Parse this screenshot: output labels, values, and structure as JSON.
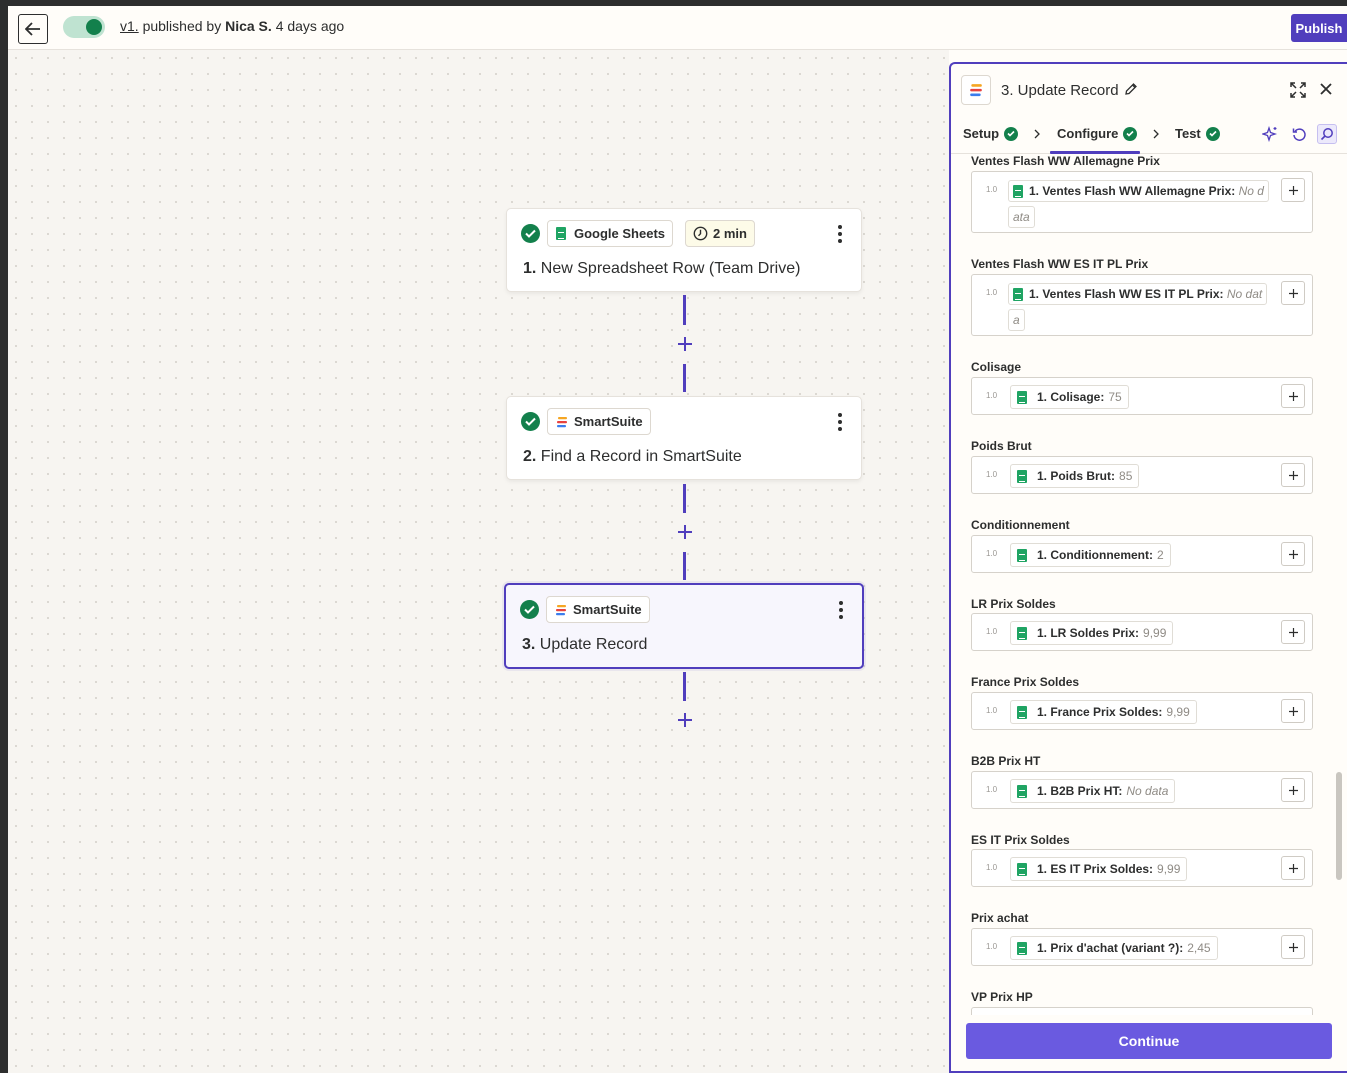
{
  "topbar": {
    "version_link": "v1.",
    "published_by_prefix": "published by",
    "author": "Nica S.",
    "published_when": "4 days ago",
    "publish_button": "Publish",
    "toggle_on": true
  },
  "steps": [
    {
      "number": "1.",
      "app": "Google Sheets",
      "title": "New Spreadsheet Row (Team Drive)",
      "time_badge": "2 min"
    },
    {
      "number": "2.",
      "app": "SmartSuite",
      "title": "Find a Record in SmartSuite"
    },
    {
      "number": "3.",
      "app": "SmartSuite",
      "title": "Update Record",
      "selected": true
    }
  ],
  "panel": {
    "title": "3. Update Record",
    "tabs": [
      {
        "label": "Setup",
        "done": true
      },
      {
        "label": "Configure",
        "done": true,
        "active": true
      },
      {
        "label": "Test",
        "done": true
      }
    ],
    "fields": [
      {
        "label": "Ventes Flash WW Allemagne Prix",
        "version": "1.0",
        "pill_name": "1. Ventes Flash WW Allemagne Prix:",
        "pill_value": "No d",
        "pill_value_cont": "ata"
      },
      {
        "label": "Ventes Flash WW ES IT PL Prix",
        "version": "1.0",
        "pill_name": "1. Ventes Flash WW ES IT PL Prix:",
        "pill_value": "No dat",
        "pill_value_cont": "a"
      },
      {
        "label": "Colisage",
        "version": "1.0",
        "pill_name": "1. Colisage:",
        "pill_value": "75"
      },
      {
        "label": "Poids Brut",
        "version": "1.0",
        "pill_name": "1. Poids Brut:",
        "pill_value": "85"
      },
      {
        "label": "Conditionnement",
        "version": "1.0",
        "pill_name": "1. Conditionnement:",
        "pill_value": "2"
      },
      {
        "label": "LR Prix Soldes",
        "version": "1.0",
        "pill_name": "1. LR Soldes Prix:",
        "pill_value": "9,99"
      },
      {
        "label": "France Prix Soldes",
        "version": "1.0",
        "pill_name": "1. France Prix Soldes:",
        "pill_value": "9,99"
      },
      {
        "label": "B2B Prix HT",
        "version": "1.0",
        "pill_name": "1. B2B Prix HT:",
        "pill_value": "No data"
      },
      {
        "label": "ES IT Prix Soldes",
        "version": "1.0",
        "pill_name": "1. ES IT Prix Soldes:",
        "pill_value": "9,99"
      },
      {
        "label": "Prix achat",
        "version": "1.0",
        "pill_name": "1. Prix d'achat (variant ?):",
        "pill_value": "2,45"
      },
      {
        "label": "VP Prix HP"
      }
    ],
    "continue_button": "Continue"
  },
  "colors": {
    "brand_purple": "#503ebd",
    "success_green": "#13804c",
    "sheets_green": "#1fa463"
  }
}
